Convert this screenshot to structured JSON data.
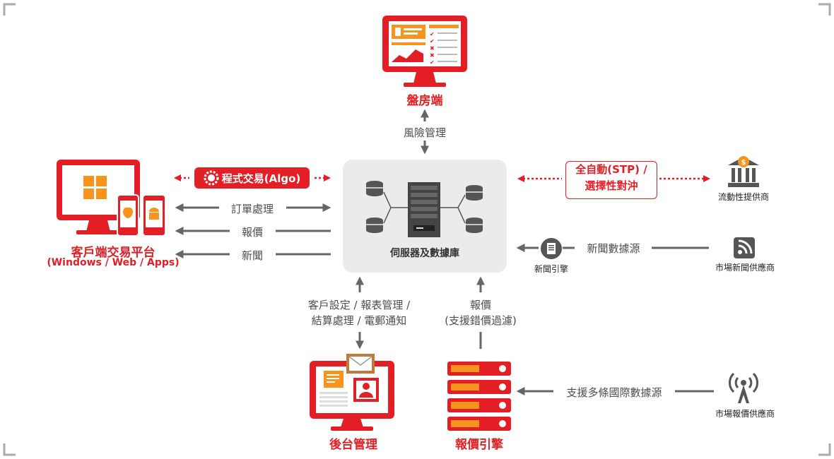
{
  "nodes": {
    "dealer_terminal": "盤房端",
    "risk_management": "風險管理",
    "client_platform": "客戶端交易平台",
    "client_platform_sub": "(Windows / Web / Apps)",
    "algo_trading": "程式交易(Algo)",
    "order_processing": "訂單處理",
    "quotes": "報價",
    "news": "新聞",
    "server_db": "伺服器及數據庫",
    "stp_line1": "全自動(STP) /",
    "stp_line2": "選擇性對沖",
    "liquidity_provider": "流動性提供商",
    "news_data_source": "新聞數據源",
    "news_engine": "新聞引擎",
    "market_news_provider": "市場新聞供應商",
    "backoffice_flow_line1": "客戶設定 / 報表管理 /",
    "backoffice_flow_line2": "結算處理 / 電郵通知",
    "quote_flow_line1": "報價",
    "quote_flow_line2": "(支援錯價過濾)",
    "back_office": "後台管理",
    "quote_engine": "報價引擎",
    "multi_source": "支援多條國際數據源",
    "market_quote_provider": "市場報價供應商"
  },
  "colors": {
    "accent_red": "#e31e24",
    "arrow_gray": "#666666",
    "panel_gray": "#ebebeb",
    "orange": "#f7941d"
  },
  "icons": [
    "monitor-icon",
    "windows-logo-icon",
    "apple-icon",
    "android-icon",
    "gear-icon",
    "database-icon",
    "server-rack-icon",
    "bank-icon",
    "rss-icon",
    "news-engine-icon",
    "antenna-icon",
    "mail-icon",
    "user-card-icon"
  ]
}
